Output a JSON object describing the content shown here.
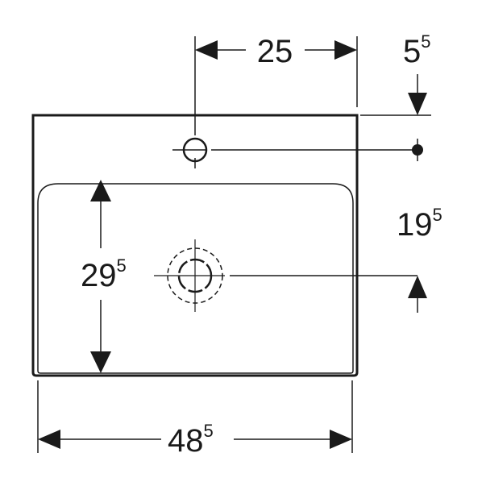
{
  "dimensions": {
    "tap_offset": {
      "main": "25",
      "sup": ""
    },
    "top_to_tap": {
      "main": "5",
      "sup": "5"
    },
    "tap_to_drain": {
      "main": "19",
      "sup": "5"
    },
    "basin_depth": {
      "main": "29",
      "sup": "5"
    },
    "overall_width": {
      "main": "48",
      "sup": "5"
    }
  },
  "colors": {
    "line": "#1a1a1a",
    "background": "#ffffff"
  }
}
